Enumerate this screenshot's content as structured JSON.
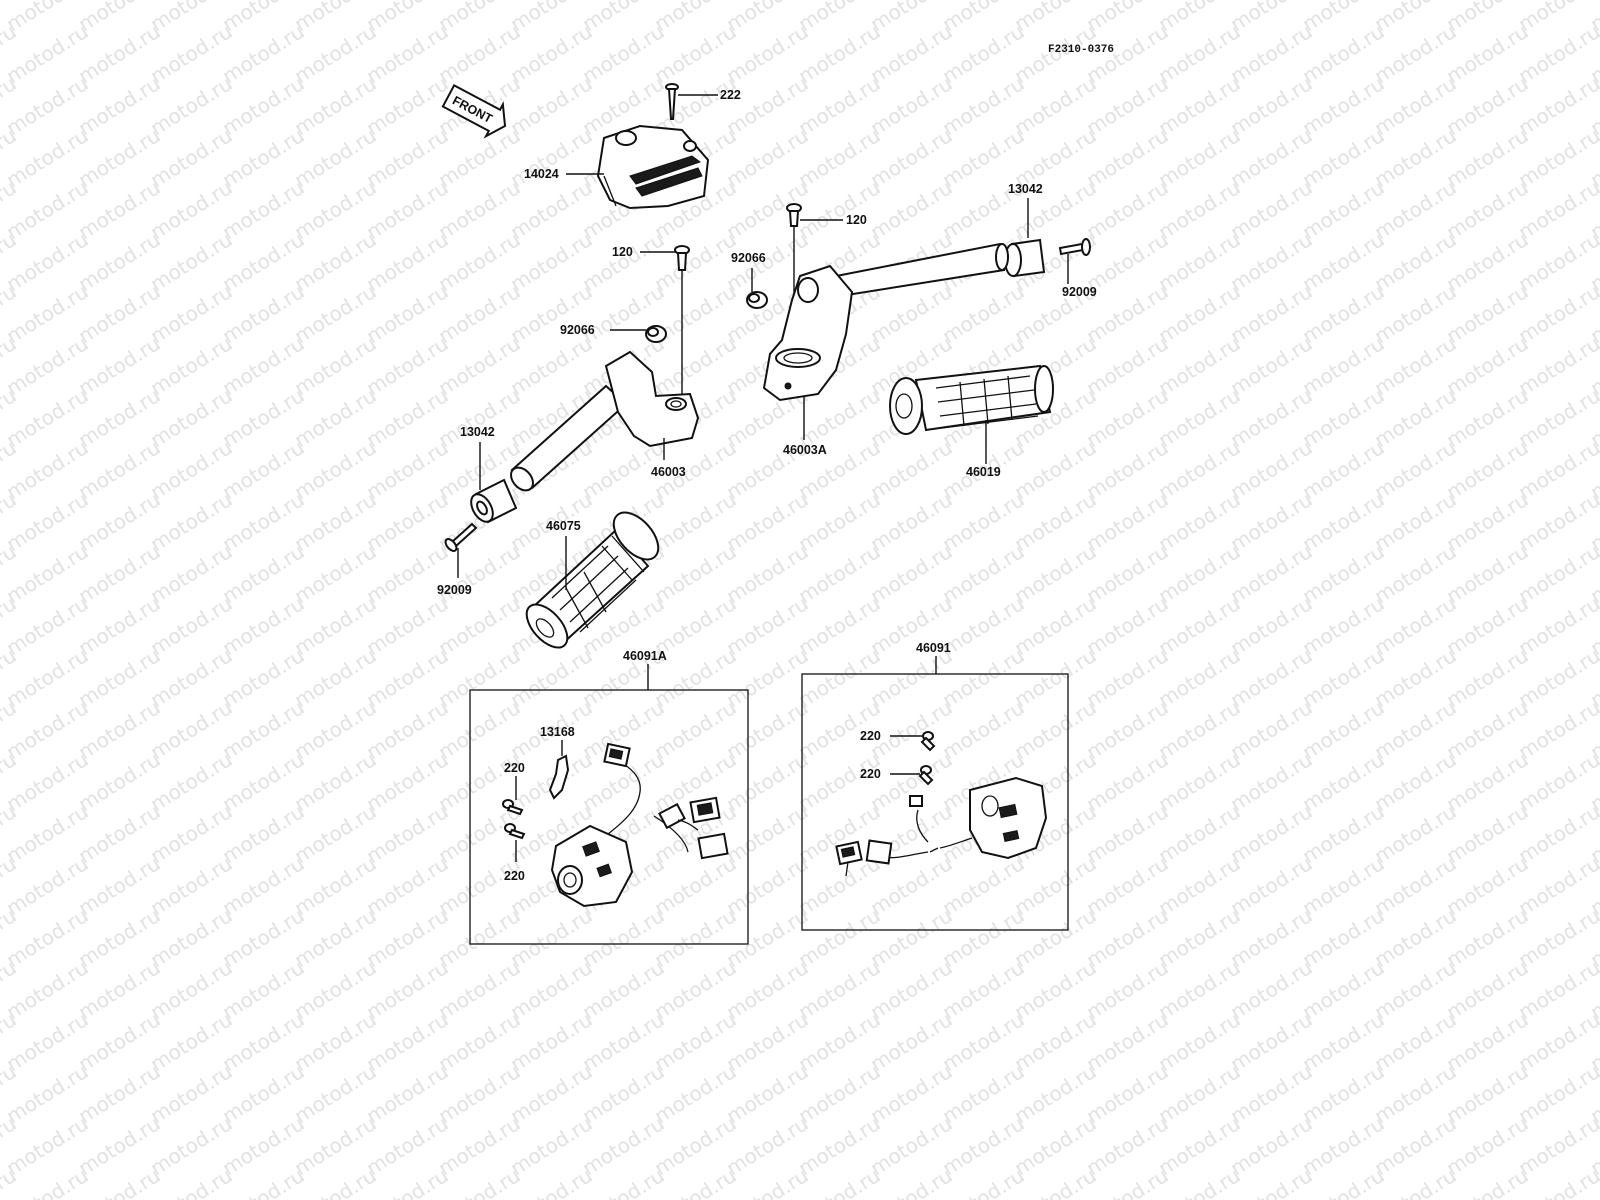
{
  "diagram_code": "F2310-0376",
  "watermark_text": "motod.ru",
  "front_arrow_label": "FRONT",
  "colors": {
    "ink": "#111111",
    "watermark": "#c9c9c9",
    "background": "#ffffff"
  },
  "parts": {
    "bolt_222": "222",
    "cover_14024": "14024",
    "bolt_120_right": "120",
    "end_weight_13042_right": "13042",
    "bolt_120_left": "120",
    "cap_92066_right": "92066",
    "screw_92009_right": "92009",
    "cap_92066_left": "92066",
    "handlebar_46003A": "46003A",
    "handlebar_46003": "46003",
    "end_weight_13042_left": "13042",
    "grip_46019": "46019",
    "grip_46075": "46075",
    "screw_92009_left": "92009",
    "switch_46091A": "46091A",
    "switch_46091": "46091",
    "clip_13168": "13168",
    "screw_220_a": "220",
    "screw_220_b": "220",
    "screw_220_c": "220",
    "screw_220_d": "220"
  }
}
